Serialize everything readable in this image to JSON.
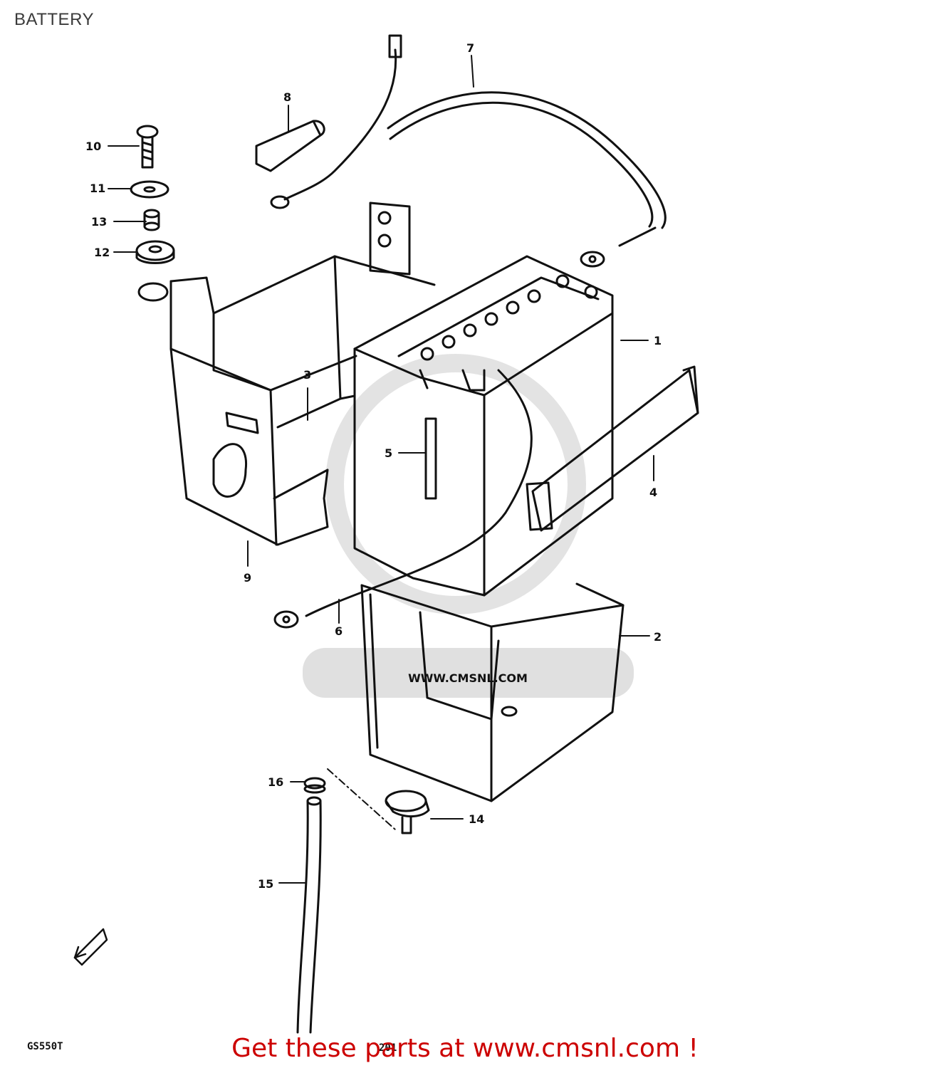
{
  "page": {
    "title": "BATTERY"
  },
  "diagram": {
    "model_code": "GS550T",
    "page_number": "201",
    "watermark_text": "WWW.CMSNL.COM",
    "callouts": [
      "1",
      "2",
      "3",
      "4",
      "5",
      "6",
      "7",
      "8",
      "9",
      "10",
      "11",
      "12",
      "13",
      "14",
      "15",
      "16"
    ]
  },
  "footer": {
    "text": "Get these parts at www.cmsnl.com !"
  },
  "colors": {
    "line": "#111111",
    "footer": "#cc0000",
    "watermark": "#d8d8d8"
  }
}
